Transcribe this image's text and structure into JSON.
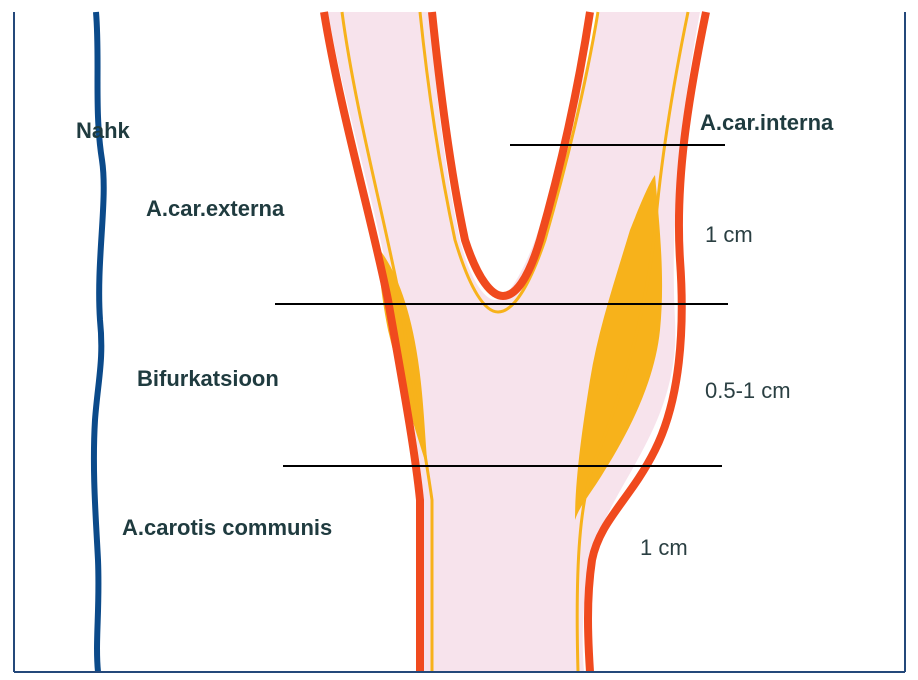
{
  "labels": {
    "skin": "Nahk",
    "ica": "A.car.interna",
    "eca": "A.car.externa",
    "bifurcation": "Bifurkatsioon",
    "cca": "A.carotis communis"
  },
  "measurements": {
    "upper": "1 cm",
    "middle": "0.5-1 cm",
    "lower": "1 cm"
  },
  "colors": {
    "vessel_wall": "#f04a1e",
    "plaque": "#f7b21b",
    "lumen": "#f7e3ec",
    "skin_line": "#0b4a8a",
    "frame": "#24487a",
    "divider": "#000000",
    "text": "#1f3b3f"
  }
}
